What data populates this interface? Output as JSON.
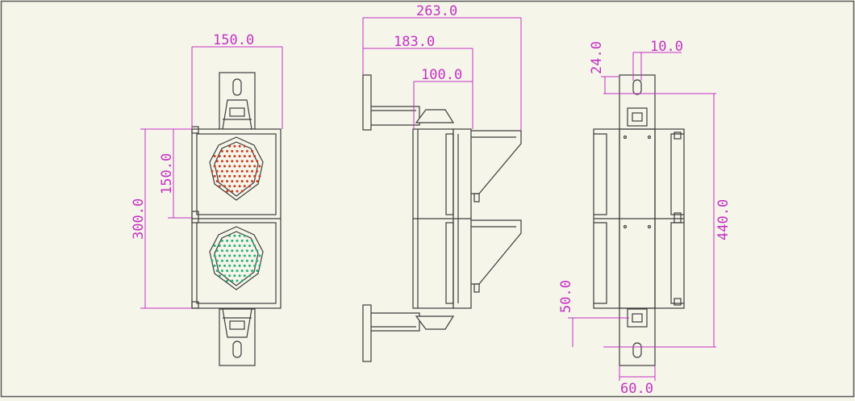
{
  "colors": {
    "background": "#f6f5ea",
    "frame": "#5a5a5a",
    "line": "#3d3d3d",
    "dimension": "#c431c4",
    "red_led": "#cc3a1f",
    "green_led": "#22b07a"
  },
  "front_view": {
    "width_label": "150.0",
    "lens_label": "150.0",
    "height_label": "300.0",
    "lenses": [
      {
        "signal": "red"
      },
      {
        "signal": "green"
      }
    ]
  },
  "side_view": {
    "total_depth_label": "263.0",
    "body_depth_label": "183.0",
    "visor_depth_label": "100.0"
  },
  "rear_view": {
    "hole_offset_label": "24.0",
    "slot_width_label": "10.0",
    "mount_span_label": "440.0",
    "bracket_offset_label": "50.0",
    "bracket_width_label": "60.0"
  }
}
